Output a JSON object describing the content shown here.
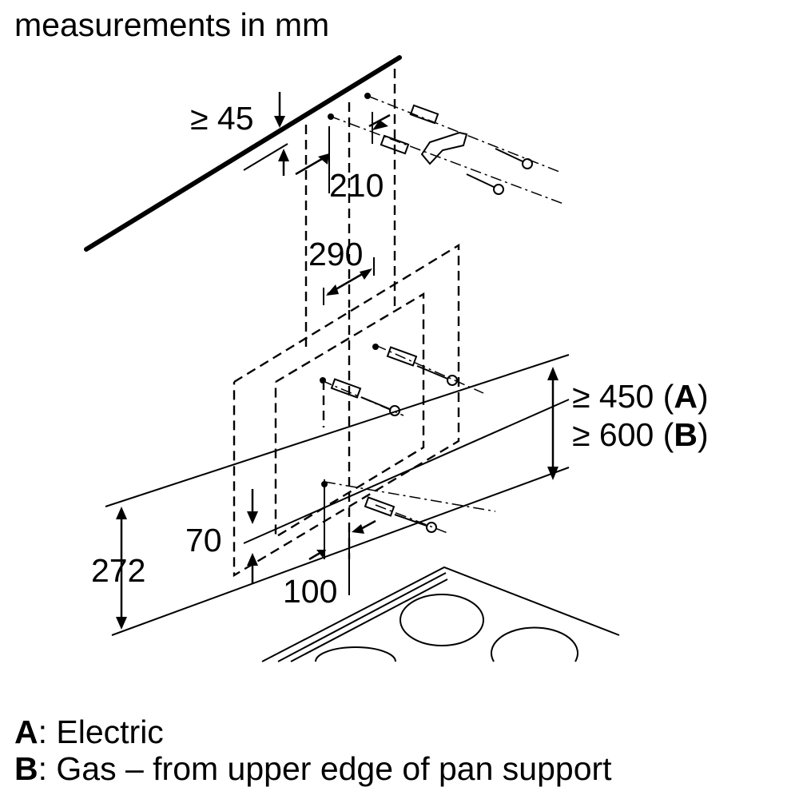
{
  "title": "measurements in mm",
  "dimensions": {
    "top_clearance": "≥ 45",
    "screw_spacing_top": "210",
    "bracket_width": "290",
    "lower_offset": "70",
    "lower_spacing": "100",
    "height_above_hob": "272",
    "min_height_a": "≥ 450 (",
    "min_height_a_key": "A",
    "min_height_b": "≥ 600 (",
    "min_height_b_key": "B",
    "paren_close": ")"
  },
  "legend": [
    {
      "key": "A",
      "text": ": Electric"
    },
    {
      "key": "B",
      "text": ": Gas – from upper edge of pan support"
    }
  ]
}
